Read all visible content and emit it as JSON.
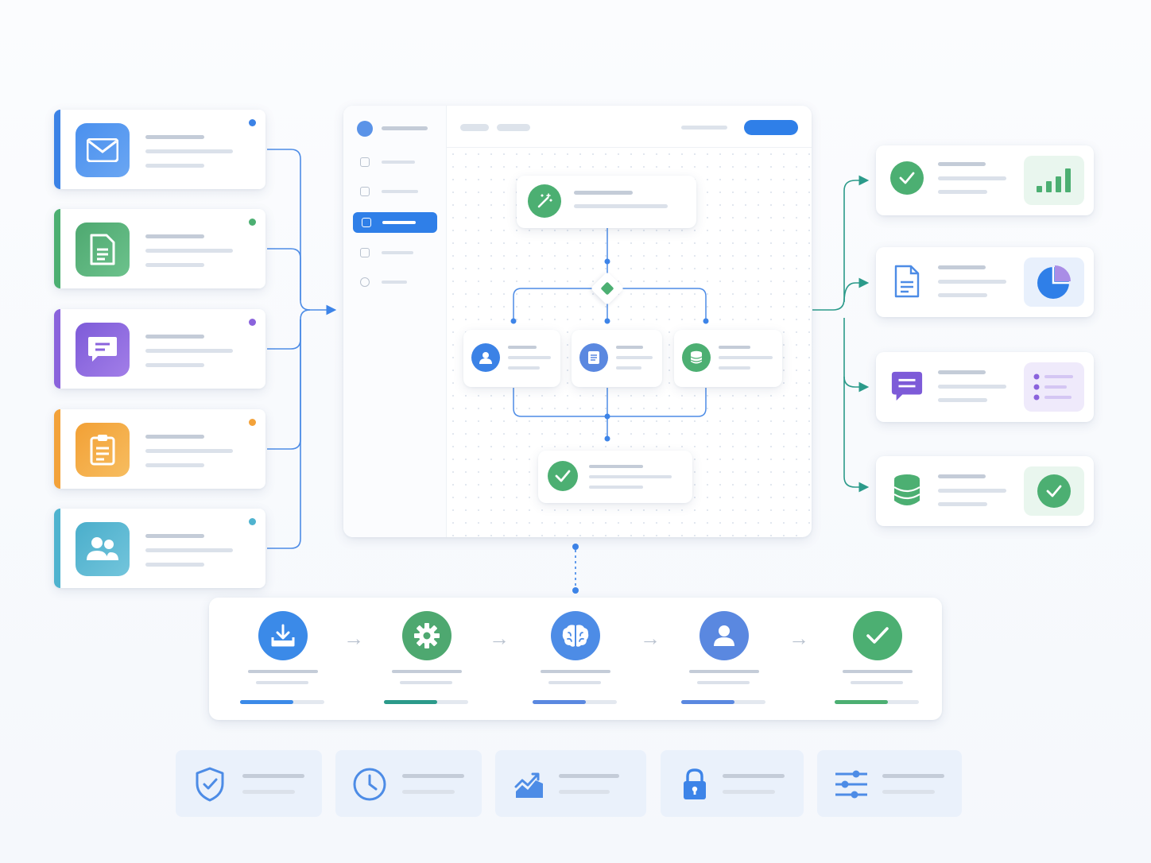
{
  "colors": {
    "blue": "#2f7fe8",
    "green": "#4caf72",
    "purple": "#8a63dc",
    "orange": "#f3a23a",
    "teal": "#4fb3cf",
    "wire_blue": "#4d8ce6",
    "wire_teal": "#2b9a8a"
  },
  "inputs": [
    {
      "icon": "mail-icon",
      "color": "#3b82e6"
    },
    {
      "icon": "document-icon",
      "color": "#4caf72"
    },
    {
      "icon": "chat-icon",
      "color": "#8a63dc"
    },
    {
      "icon": "clipboard-icon",
      "color": "#f3a23a"
    },
    {
      "icon": "users-icon",
      "color": "#4fb3cf"
    }
  ],
  "workflow": {
    "trigger": {
      "icon": "magic-wand-icon"
    },
    "decision": {
      "icon": "diamond-icon"
    },
    "branches": [
      {
        "icon": "user-icon"
      },
      {
        "icon": "document-icon"
      },
      {
        "icon": "database-icon"
      }
    ],
    "result": {
      "icon": "check-icon"
    }
  },
  "outputs": [
    {
      "icon": "check-circle-icon",
      "side": "bar-chart-icon"
    },
    {
      "icon": "document-icon",
      "side": "pie-chart-icon"
    },
    {
      "icon": "chat-icon",
      "side": "list-icon"
    },
    {
      "icon": "database-icon",
      "side": "check-circle-icon"
    }
  ],
  "pipeline": [
    {
      "icon": "download-icon",
      "progress": 0.63
    },
    {
      "icon": "gear-icon",
      "progress": 0.63
    },
    {
      "icon": "brain-icon",
      "progress": 0.63
    },
    {
      "icon": "user-icon",
      "progress": 0.63
    },
    {
      "icon": "check-icon",
      "progress": 0.63
    }
  ],
  "features": [
    {
      "icon": "shield-check-icon"
    },
    {
      "icon": "clock-icon"
    },
    {
      "icon": "trend-chart-icon"
    },
    {
      "icon": "lock-icon"
    },
    {
      "icon": "sliders-icon"
    }
  ]
}
